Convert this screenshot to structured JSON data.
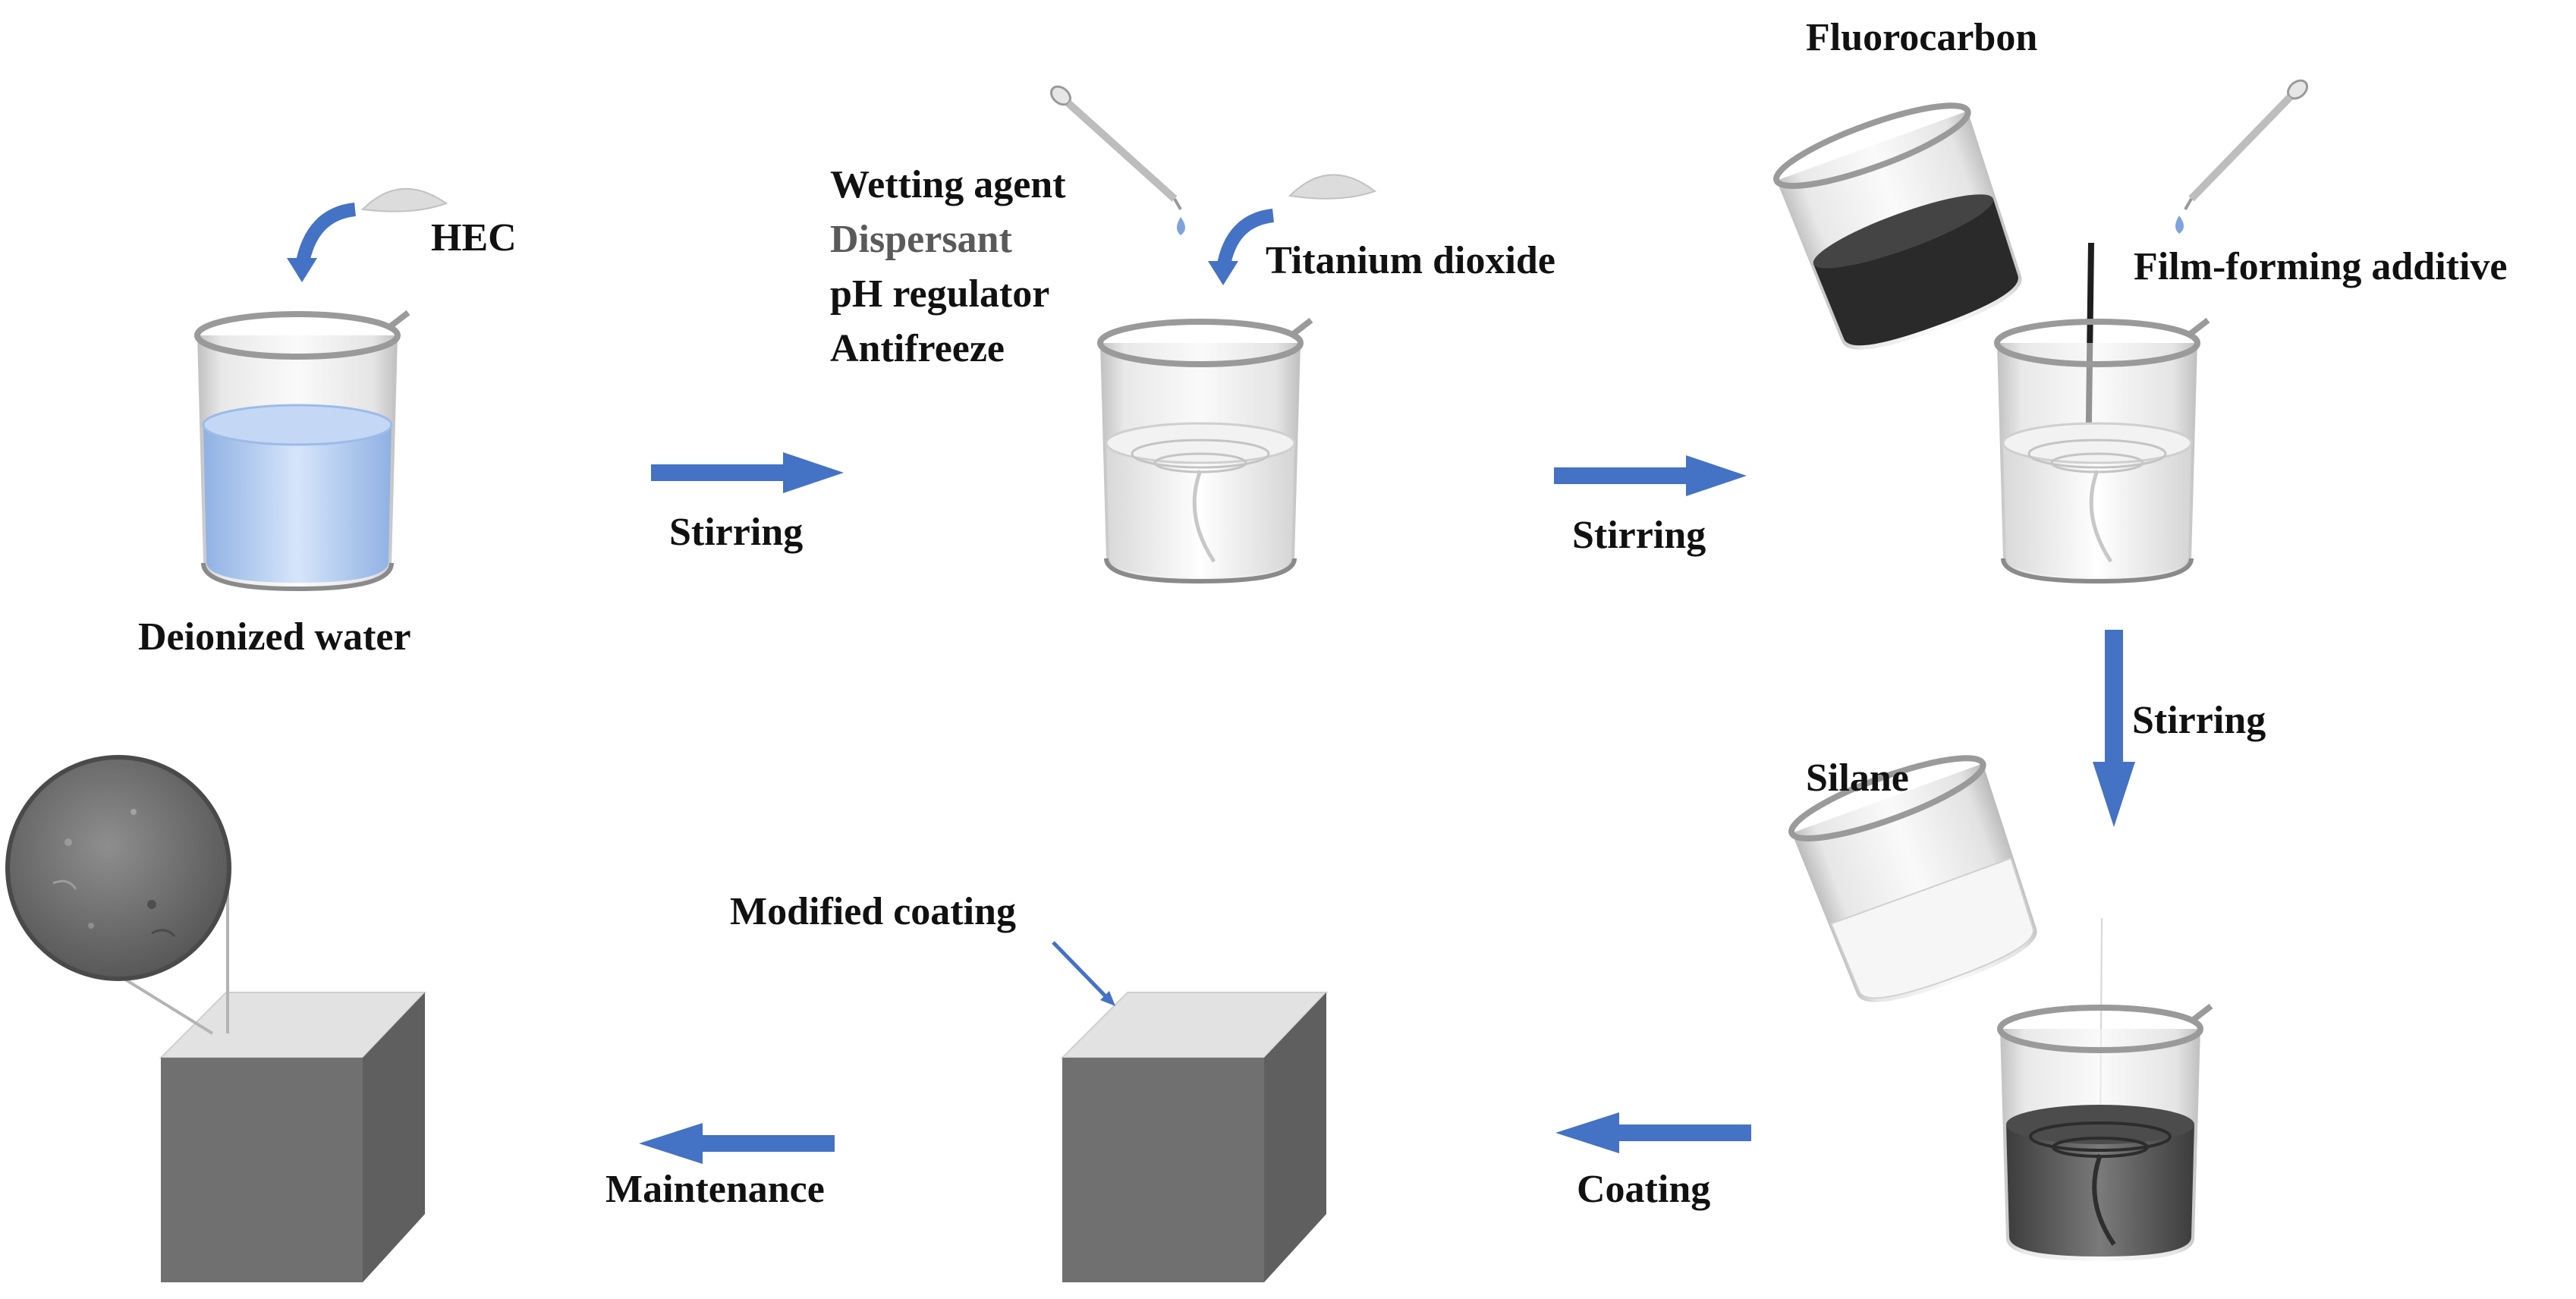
{
  "steps": {
    "s1": {
      "title": "Deionized water",
      "added": "HEC"
    },
    "s2": {
      "additives": [
        "Wetting agent",
        "Dispersant",
        "pH regulator",
        "Antifreeze"
      ],
      "added": "Titanium dioxide"
    },
    "s3": {
      "poured": "Fluorocarbon",
      "added": "Film-forming additive"
    },
    "s4": {
      "poured": "Silane"
    },
    "s5": {
      "callout": "Modified coating"
    }
  },
  "arrows": {
    "a1": "Stirring",
    "a2": "Stirring",
    "a3": "Stirring",
    "a4": "Coating",
    "a5": "Maintenance"
  },
  "colors": {
    "arrow": "#4472C4",
    "water": "#a9c6ee",
    "slurry": "#f4f4f4",
    "fluorocarbon": "#2a2a2a",
    "mixed_coating": "#5e5e5e",
    "cube_front": "#707070",
    "cube_side": "#5f5f5f",
    "cube_top": "#e2e2e2"
  }
}
